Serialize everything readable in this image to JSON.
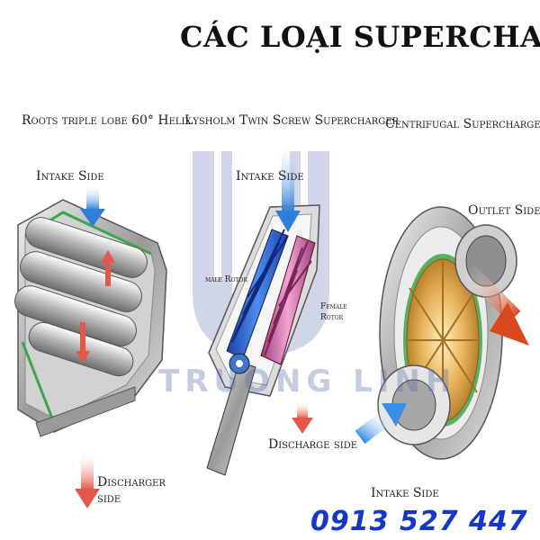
{
  "title": "CÁC LOẠI SUPERCHARGER",
  "diagrams": {
    "roots": {
      "heading": "Roots triple lobe 60° Helix",
      "intake": "Intake Side",
      "discharge_line1": "Discharger",
      "discharge_line2": "side"
    },
    "lysholm": {
      "heading": "Lysholm Twin Screw Supercharger",
      "intake": "Intake Side",
      "male_rotor": "male Rotor",
      "female_rotor_line1": "Female",
      "female_rotor_line2": "Rotor",
      "discharge": "Discharge side"
    },
    "centrifugal": {
      "heading": "Centrifugal Supercharger",
      "outlet": "Outlet Side",
      "intake": "Intake Side"
    }
  },
  "watermark": {
    "text": "TRUONG LINH"
  },
  "contact": {
    "phone": "0913 527 447"
  },
  "colors": {
    "intake_arrow": "#2f7fd8",
    "discharge_arrow": "#e4574a",
    "outlet_arrow": "#d9481e",
    "phone_text": "#1537c9",
    "watermark": "#5a6eaa"
  }
}
